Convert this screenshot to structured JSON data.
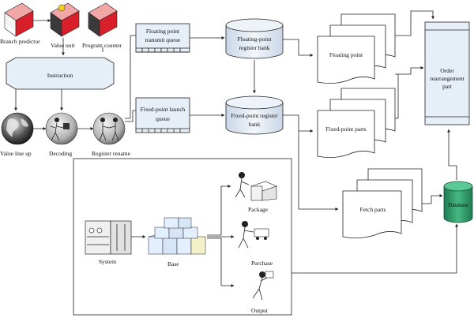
{
  "nodes": {
    "branch_predictor": "Branch predictor",
    "value_unit": "Value unit",
    "program_counter": "Program counter",
    "instruction": "Instruction",
    "value_line_up": "Value line up",
    "decoding": "Decoding",
    "register_rename": "Register rename",
    "fp_transmit_queue_1": "Floating point",
    "fp_transmit_queue_2": "transmit queue",
    "fp_register_bank_1": "Floating-point",
    "fp_register_bank_2": "register bank",
    "fixed_launch_queue_1": "Fixed-point launch",
    "fixed_launch_queue_2": "queue",
    "fixed_register_bank_1": "Fixed-point register",
    "fixed_register_bank_2": "bank",
    "floating_point": "Floating point",
    "fixed_point_parts": "Fixed-point parts",
    "fetch_parts": "Fetch parts",
    "order_rearrangement_1": "Order",
    "order_rearrangement_2": "rearrangement",
    "order_rearrangement_3": "part",
    "database": "Database",
    "system": "System",
    "base": "Base",
    "package": "Package",
    "purchase": "Purchase",
    "output": "Output"
  },
  "colors": {
    "box_fill": "#e6eef7",
    "database_fill": "#2e9a6a",
    "book_red": "#d8202a",
    "book_dark": "#3a3a3a",
    "stroke": "#222222"
  },
  "icons": [
    "red-book-icon",
    "globe-icon",
    "worker-icon",
    "box-icon",
    "server-icon",
    "stacked-boxes-icon",
    "cylinder-icon",
    "document-stack-icon"
  ]
}
